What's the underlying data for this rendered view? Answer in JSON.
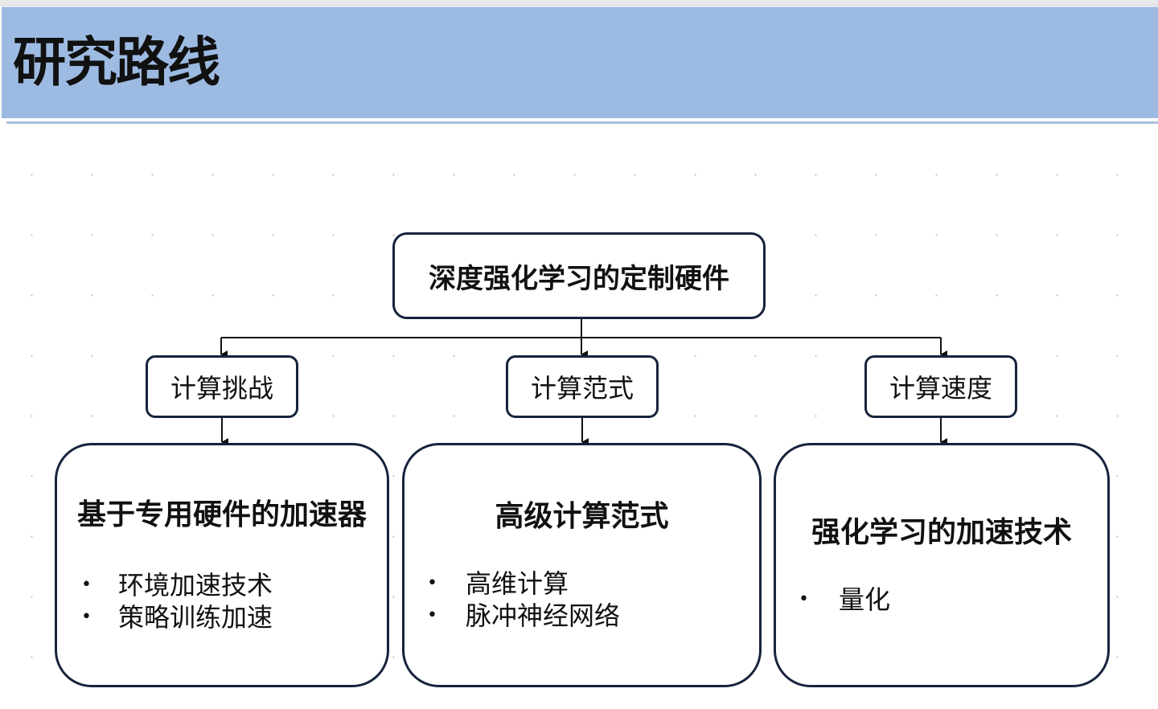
{
  "slide": {
    "title": "研究路线"
  },
  "diagram": {
    "root": {
      "label": "深度强化学习的定制硬件"
    },
    "branches": [
      {
        "label": "计算挑战",
        "detail_title": "基于专用硬件的加速器",
        "items": [
          "环境加速技术",
          "策略训练加速"
        ]
      },
      {
        "label": "计算范式",
        "detail_title": "高级计算范式",
        "items": [
          "高维计算",
          "脉冲神经网络"
        ]
      },
      {
        "label": "计算速度",
        "detail_title": "强化学习的加速技术",
        "items": [
          "量化"
        ]
      }
    ]
  },
  "colors": {
    "title_bar": "#9dbbe2",
    "box_border": "#17233d",
    "connector": "#111111"
  }
}
